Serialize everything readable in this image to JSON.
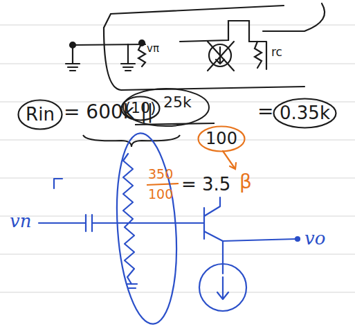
{
  "diagram": {
    "nodes": [
      {
        "text": [
          "Rin"
        ]
      },
      {
        "text": [
          "(10)"
        ]
      },
      {
        "text": [
          "100"
        ]
      },
      {
        "text": [
          "0.35k"
        ]
      }
    ],
    "labels": [
      "vπ",
      "rc",
      "= 600k ||",
      "25k",
      "=",
      "350",
      "100",
      "= 3.5",
      "β",
      "vn",
      "vo"
    ]
  }
}
